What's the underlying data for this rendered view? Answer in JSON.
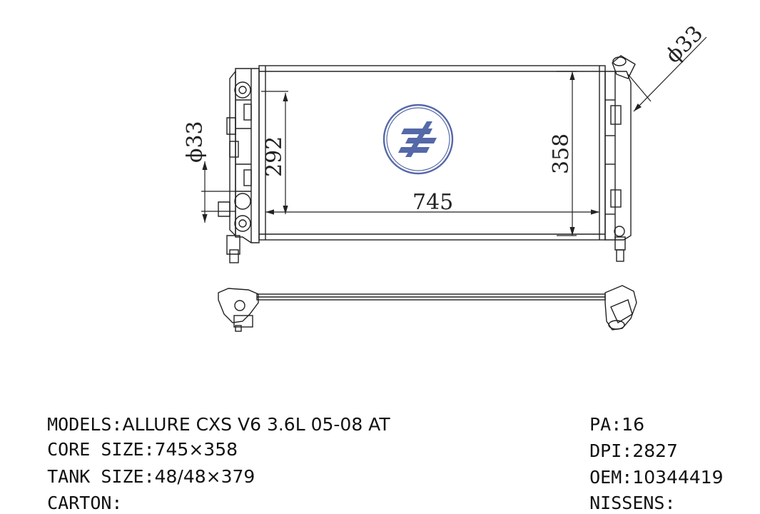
{
  "logo": {
    "color": "#5568a8"
  },
  "dimensions": {
    "width": "745",
    "height": "358",
    "core_height": "292",
    "inlet_diameter": "ϕ33",
    "outlet_diameter": "ϕ33"
  },
  "specs_left": {
    "models": {
      "label": "MODELS:",
      "value": "ALLURE CXS V6 3.6L 05-08 AT"
    },
    "core_size": {
      "label": "CORE SIZE:",
      "value": "745×358"
    },
    "tank_size": {
      "label": "TANK SIZE:",
      "value": "48/48×379"
    },
    "carton": {
      "label": "CARTON:",
      "value": ""
    }
  },
  "specs_right": {
    "pa": {
      "label": "PA:",
      "value": "16"
    },
    "dpi": {
      "label": "DPI:",
      "value": "2827"
    },
    "oem": {
      "label": "OEM:",
      "value": "10344419"
    },
    "nissens": {
      "label": "NISSENS:",
      "value": ""
    }
  }
}
